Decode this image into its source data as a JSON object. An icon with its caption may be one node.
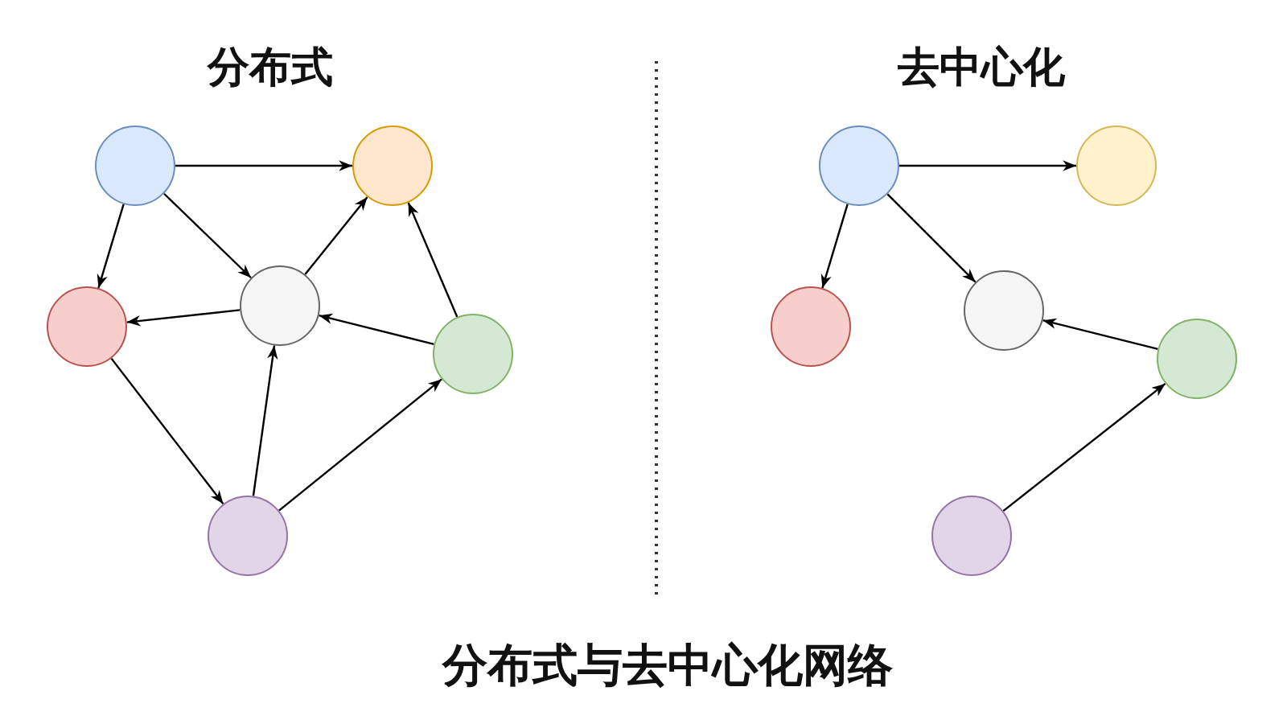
{
  "diagram": {
    "caption": "分布式与去中心化网络",
    "nodes": [
      {
        "text": [],
        "shape": "circle"
      },
      {
        "text": [],
        "shape": "circle"
      },
      {
        "text": [],
        "shape": "circle"
      },
      {
        "text": [],
        "shape": "circle"
      },
      {
        "text": [],
        "shape": "circle"
      },
      {
        "text": [],
        "shape": "circle"
      },
      {
        "text": [],
        "shape": "circle"
      },
      {
        "text": [],
        "shape": "circle"
      },
      {
        "text": [],
        "shape": "circle"
      },
      {
        "text": [],
        "shape": "circle"
      },
      {
        "text": [],
        "shape": "circle"
      },
      {
        "text": [],
        "shape": "circle"
      }
    ],
    "edges": [
      {
        "from": 0,
        "to": 1,
        "arrow": "to"
      },
      {
        "from": 0,
        "to": 2,
        "arrow": "to"
      },
      {
        "from": 0,
        "to": 3,
        "arrow": "to"
      },
      {
        "from": 3,
        "to": 1,
        "arrow": "to"
      },
      {
        "from": 3,
        "to": 2,
        "arrow": "to"
      },
      {
        "from": 4,
        "to": 3,
        "arrow": "to"
      },
      {
        "from": 4,
        "to": 1,
        "arrow": "to"
      },
      {
        "from": 2,
        "to": 5,
        "arrow": "to"
      },
      {
        "from": 5,
        "to": 3,
        "arrow": "to"
      },
      {
        "from": 5,
        "to": 4,
        "arrow": "to"
      },
      {
        "from": 6,
        "to": 7,
        "arrow": "to"
      },
      {
        "from": 6,
        "to": 8,
        "arrow": "to"
      },
      {
        "from": 6,
        "to": 9,
        "arrow": "to"
      },
      {
        "from": 10,
        "to": 9,
        "arrow": "to"
      },
      {
        "from": 11,
        "to": 10,
        "arrow": "to"
      }
    ],
    "labels": [
      "分布式",
      "去中心化"
    ]
  }
}
